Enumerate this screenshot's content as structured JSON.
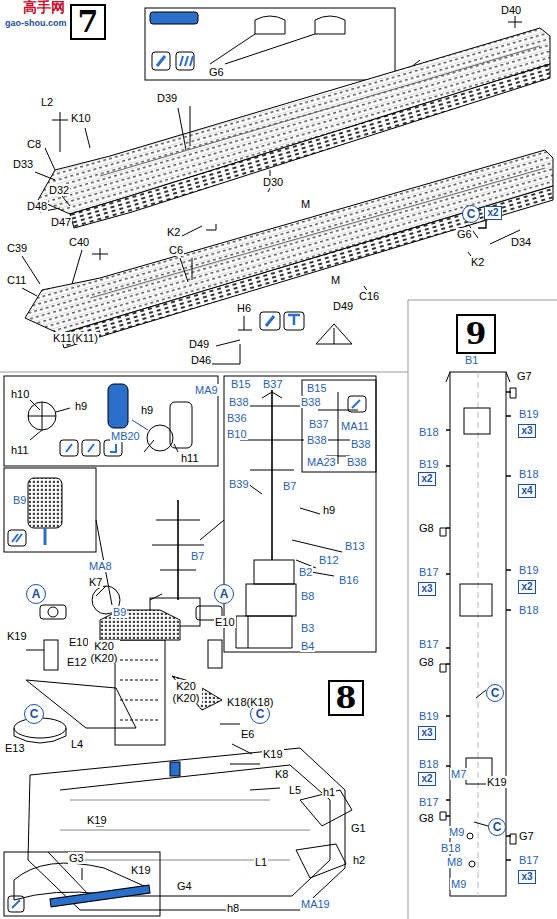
{
  "diagram": {
    "nodes": [
      {
        "text": [
          "7"
        ]
      },
      {
        "text": [
          "C"
        ]
      },
      {
        "text": [
          "x2"
        ]
      },
      {
        "text": [
          "A"
        ]
      },
      {
        "text": [
          "A"
        ]
      },
      {
        "text": [
          "C"
        ]
      },
      {
        "text": [
          "C"
        ]
      },
      {
        "text": [
          "8"
        ]
      },
      {
        "text": [
          "9"
        ]
      },
      {
        "text": [
          "x3"
        ]
      },
      {
        "text": [
          "x2"
        ]
      },
      {
        "text": [
          "x4"
        ]
      },
      {
        "text": [
          "x3"
        ]
      },
      {
        "text": [
          "x2"
        ]
      },
      {
        "text": [
          "x3"
        ]
      },
      {
        "text": [
          "C"
        ]
      },
      {
        "text": [
          "x2"
        ]
      },
      {
        "text": [
          "C"
        ]
      },
      {
        "text": [
          "x3"
        ]
      }
    ],
    "labels": [
      "高手网",
      "gao-shou.com",
      "G6",
      "D40",
      "D39",
      "L2",
      "K10",
      "C8",
      "D33",
      "D32",
      "D48",
      "D47",
      "D30",
      "M",
      "K2",
      "G6",
      "D34",
      "C6",
      "C39",
      "C40",
      "C11",
      "M",
      "K2",
      "C16",
      "H6",
      "D49",
      "D46",
      "K11(K11)",
      "D49",
      "h10",
      "h9",
      "h11",
      "MA9",
      "h9",
      "MB20",
      "h11",
      "B15",
      "B37",
      "B38",
      "B38",
      "B36",
      "B10",
      "B38",
      "B39",
      "B7",
      "h9",
      "B13",
      "B12",
      "B16",
      "B2",
      "B8",
      "B3",
      "B4",
      "B15",
      "MA11",
      "B37",
      "B38",
      "MA23",
      "B38",
      "B9",
      "MA8",
      "K7",
      "B7",
      "K19",
      "E10",
      "E12",
      "B9",
      "K20 (K20)",
      "E10",
      "K20 (K20)",
      "K18(K18)",
      "E6",
      "K19",
      "K8",
      "L5",
      "L4",
      "E13",
      "K19",
      "G3",
      "K19",
      "G4",
      "L1",
      "h1",
      "G1",
      "h2",
      "MA19",
      "h8",
      "B1",
      "G7",
      "B18",
      "B19",
      "B19",
      "B18",
      "G8",
      "B17",
      "B19",
      "B18",
      "B17",
      "G8",
      "B19",
      "B18",
      "M7",
      "B17",
      "K19",
      "G8",
      "M9",
      "B18",
      "M8",
      "M9",
      "G7",
      "B17"
    ]
  }
}
